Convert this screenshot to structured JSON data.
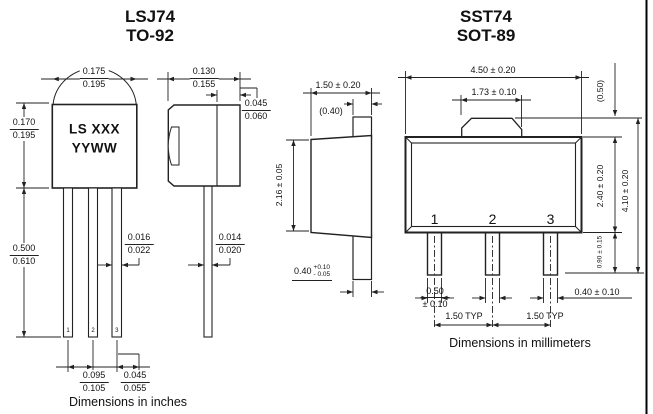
{
  "page": {
    "note_inches": "Dimensions in inches",
    "note_mm": "Dimensions in millimeters"
  },
  "to92": {
    "title": "LSJ74",
    "package": "TO-92",
    "marking_line1": "LS XXX",
    "marking_line2": "YYWW",
    "pins": [
      "1",
      "2",
      "3"
    ],
    "dims": {
      "body_width": {
        "num": "0.175",
        "den": "0.195"
      },
      "body_height": {
        "num": "0.170",
        "den": "0.195"
      },
      "lead_length": {
        "num": "0.500",
        "den": "0.610"
      },
      "lead_width": {
        "num": "0.016",
        "den": "0.022"
      },
      "lead_pitch": {
        "num": "0.095",
        "den": "0.105"
      },
      "lead_span": {
        "num": "0.045",
        "den": "0.055"
      },
      "body_depth": {
        "num": "0.130",
        "den": "0.155"
      },
      "flat_depth": {
        "num": "0.045",
        "den": "0.060"
      },
      "lead_thickness": {
        "num": "0.014",
        "den": "0.020"
      }
    }
  },
  "sot89": {
    "title": "SST74",
    "package": "SOT-89",
    "pins": [
      "1",
      "2",
      "3"
    ],
    "dims": {
      "body_width": "4.50 ± 0.20",
      "tab_width": "1.73 ± 0.10",
      "tab_height_ref": "(0.50)",
      "body_height": "2.40 ± 0.20",
      "overall_height": "4.10 ± 0.20",
      "lead_length": "0.90 ± 0.15",
      "side_depth": "1.50 ± 0.20",
      "side_tab_ref": "(0.40)",
      "side_body_height": "2.16 ± 0.05",
      "lead_thickness_value": "0.40",
      "lead_thickness_plus": "+0.10",
      "lead_thickness_minus": "- 0.05",
      "center_lead_width_line1": "0.50",
      "center_lead_width_line2": "± 0.10",
      "outer_lead_width": "0.40 ± 0.10",
      "lead_pitch": "1.50 TYP"
    }
  }
}
